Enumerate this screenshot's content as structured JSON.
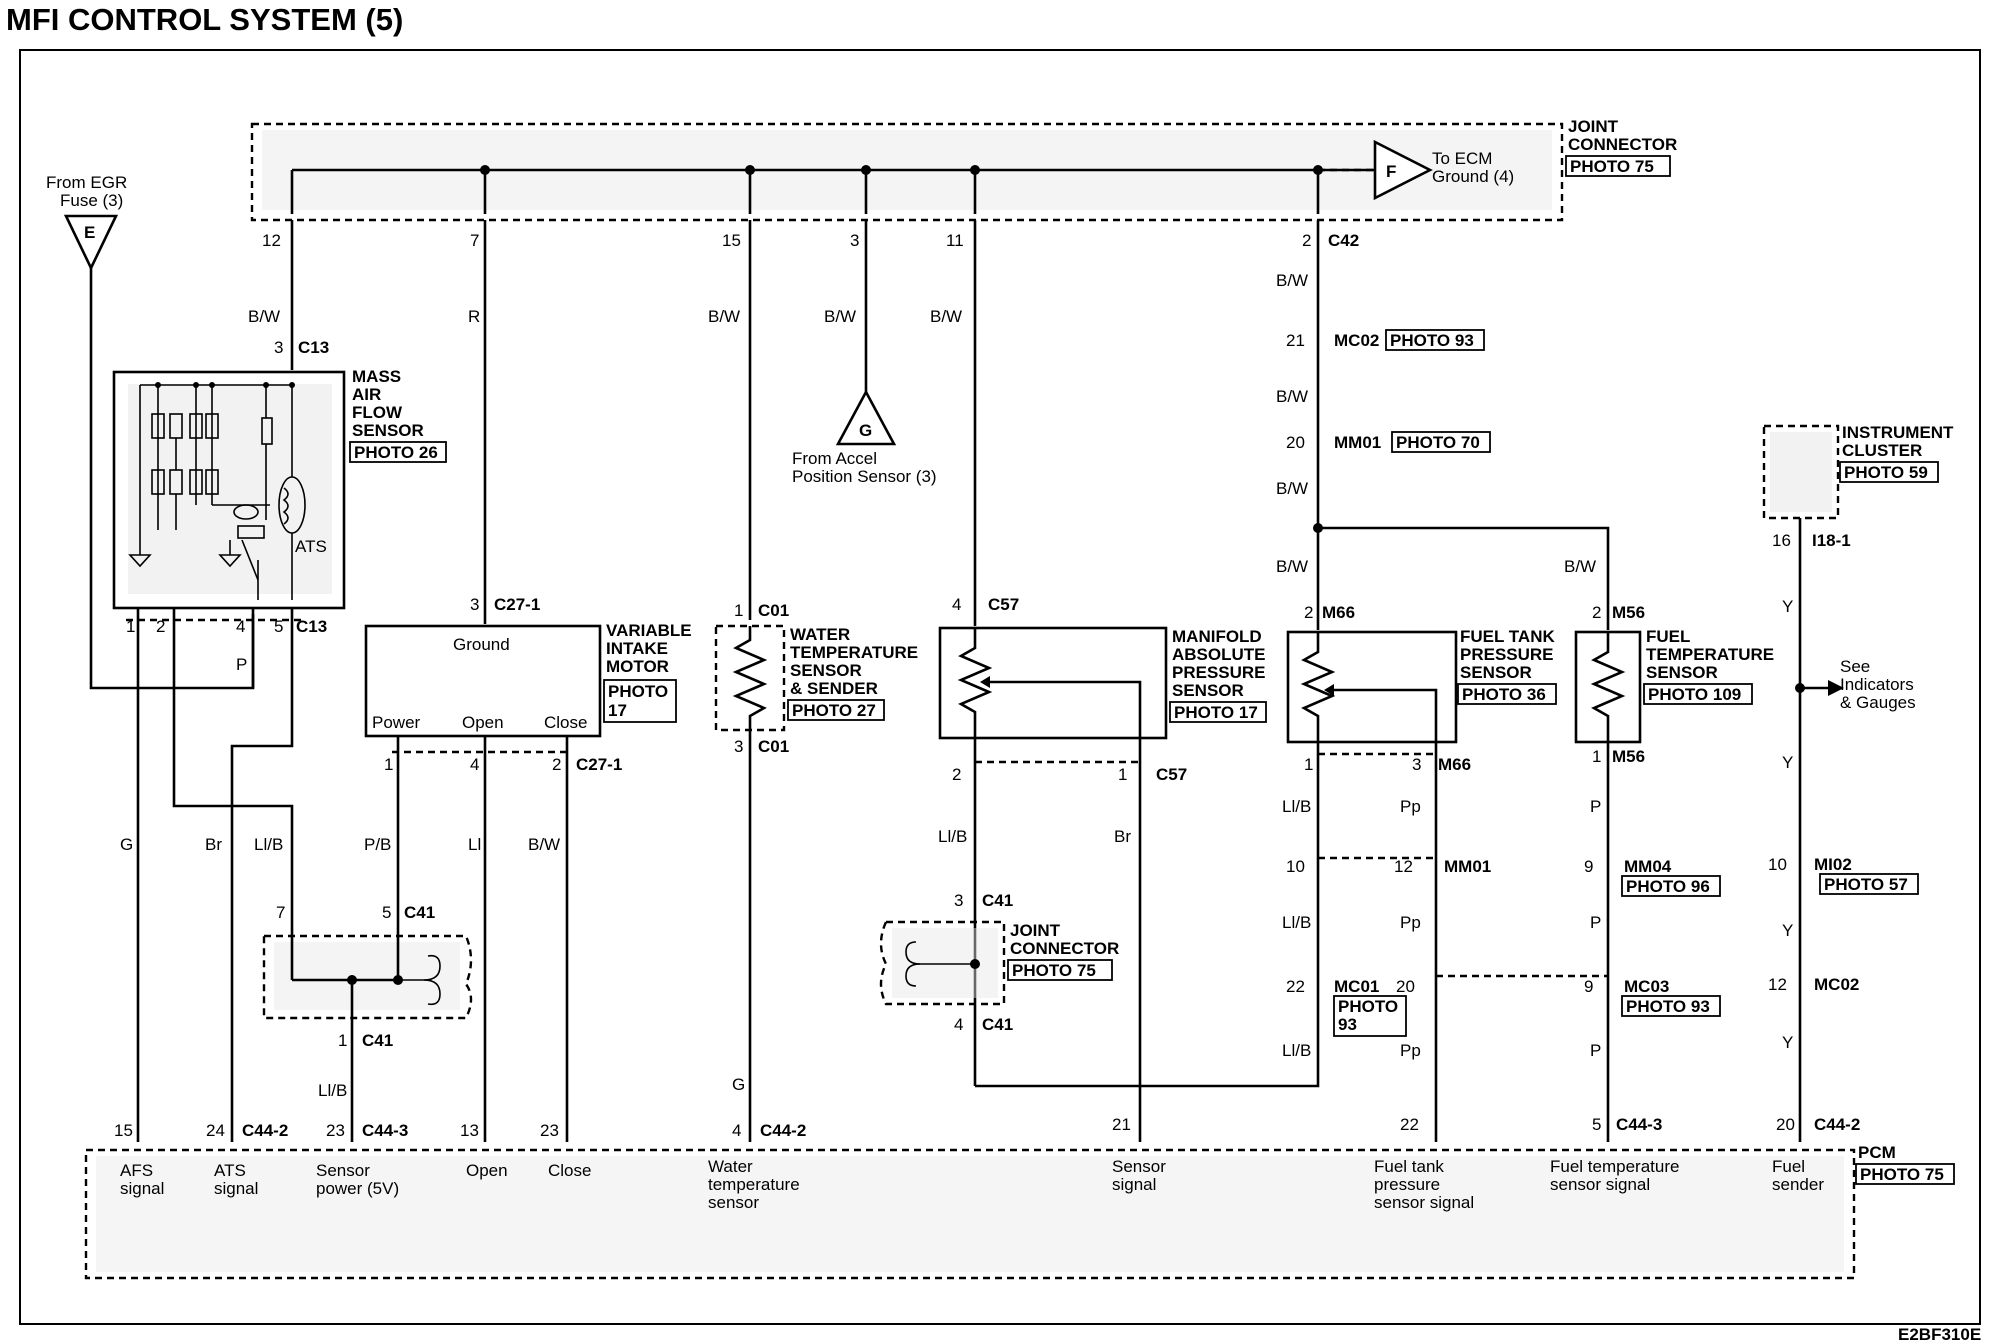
{
  "title": "MFI CONTROL SYSTEM (5)",
  "diagram_code": "E2BF310E",
  "photo": {
    "p75": "PHOTO 75",
    "p26": "PHOTO 26",
    "p17": "PHOTO 17",
    "p17a": "PHOTO",
    "p17b": "17",
    "p27": "PHOTO 27",
    "p36": "PHOTO 36",
    "p109": "PHOTO 109",
    "p59": "PHOTO 59",
    "p93": "PHOTO 93",
    "p93a": "PHOTO",
    "p93b": "93",
    "p70": "PHOTO 70",
    "p96": "PHOTO 96",
    "p57": "PHOTO 57"
  },
  "symbols": {
    "E": "E",
    "F": "F",
    "G": "G"
  },
  "labels": {
    "joint_connector_l1": "JOINT",
    "joint_connector_l2": "CONNECTOR",
    "to_ecm_l1": "To ECM",
    "to_ecm_l2": "Ground (4)",
    "from_egr_l1": "From EGR",
    "from_egr_l2": "Fuse (3)",
    "from_accel_l1": "From Accel",
    "from_accel_l2": "Position Sensor (3)",
    "maf_l1": "MASS",
    "maf_l2": "AIR",
    "maf_l3": "FLOW",
    "maf_l4": "SENSOR",
    "ats": "ATS",
    "vim_l1": "VARIABLE",
    "vim_l2": "INTAKE",
    "vim_l3": "MOTOR",
    "vim_ground": "Ground",
    "vim_power": "Power",
    "vim_open": "Open",
    "vim_close": "Close",
    "wts_l1": "WATER",
    "wts_l2": "TEMPERATURE",
    "wts_l3": "SENSOR",
    "wts_l4": "& SENDER",
    "map_l1": "MANIFOLD",
    "map_l2": "ABSOLUTE",
    "map_l3": "PRESSURE",
    "map_l4": "SENSOR",
    "ftp_l1": "FUEL TANK",
    "ftp_l2": "PRESSURE",
    "ftp_l3": "SENSOR",
    "fts_l1": "FUEL",
    "fts_l2": "TEMPERATURE",
    "fts_l3": "SENSOR",
    "ic_l1": "INSTRUMENT",
    "ic_l2": "CLUSTER",
    "see_l1": "See",
    "see_l2": "Indicators",
    "see_l3": "& Gauges",
    "pcm": "PCM",
    "pcm_afs_l1": "AFS",
    "pcm_afs_l2": "signal",
    "pcm_ats_l1": "ATS",
    "pcm_ats_l2": "signal",
    "pcm_sp_l1": "Sensor",
    "pcm_sp_l2": "power (5V)",
    "pcm_open": "Open",
    "pcm_close": "Close",
    "pcm_wt_l1": "Water",
    "pcm_wt_l2": "temperature",
    "pcm_wt_l3": "sensor",
    "pcm_ss_l1": "Sensor",
    "pcm_ss_l2": "signal",
    "pcm_ftp_l1": "Fuel tank",
    "pcm_ftp_l2": "pressure",
    "pcm_ftp_l3": "sensor signal",
    "pcm_fts_l1": "Fuel temperature",
    "pcm_fts_l2": "sensor signal",
    "pcm_fs_l1": "Fuel",
    "pcm_fs_l2": "sender"
  },
  "connectors": {
    "C13": "C13",
    "C42": "C42",
    "MC02": "MC02",
    "MM01": "MM01",
    "C27_1": "C27-1",
    "C01": "C01",
    "C57": "C57",
    "M66": "M66",
    "M56": "M56",
    "I18_1": "I18-1",
    "C41": "C41",
    "MM04": "MM04",
    "MC01": "MC01",
    "MC03": "MC03",
    "MI02": "MI02",
    "C44_2": "C44-2",
    "C44_3": "C44-3"
  },
  "pins": {
    "j12": "12",
    "j7": "7",
    "j15": "15",
    "j3": "3",
    "j11": "11",
    "j2": "2",
    "maf3": "3",
    "maf1": "1",
    "maf2": "2",
    "maf4": "4",
    "maf5": "5",
    "mc02_21": "21",
    "mm01_20": "20",
    "vim3": "3",
    "vim1": "1",
    "vim4": "4",
    "vim2": "2",
    "wts1": "1",
    "wts3": "3",
    "map4": "4",
    "map2": "2",
    "map1": "1",
    "ftp2": "2",
    "ftp1": "1",
    "ftp3": "3",
    "fts2": "2",
    "fts1": "1",
    "ic16": "16",
    "c41_7": "7",
    "c41_5": "5",
    "c41_1": "1",
    "c41_3": "3",
    "c41_4": "4",
    "mm01_10": "10",
    "mm01_12": "12",
    "mc01_22": "22",
    "mc01_20": "20",
    "mm04_9": "9",
    "mc03_9": "9",
    "mi02_10": "10",
    "mc02_12": "12",
    "pcm15": "15",
    "pcm24": "24",
    "pcm23a": "23",
    "pcm13": "13",
    "pcm23b": "23",
    "pcm4": "4",
    "pcm21": "21",
    "pcm22": "22",
    "pcm5": "5",
    "pcm20": "20"
  },
  "wires": {
    "bw": "B/W",
    "r": "R",
    "g": "G",
    "br": "Br",
    "lib": "Ll/B",
    "pb": "P/B",
    "li": "Ll",
    "p": "P",
    "pp": "Pp",
    "y": "Y"
  }
}
